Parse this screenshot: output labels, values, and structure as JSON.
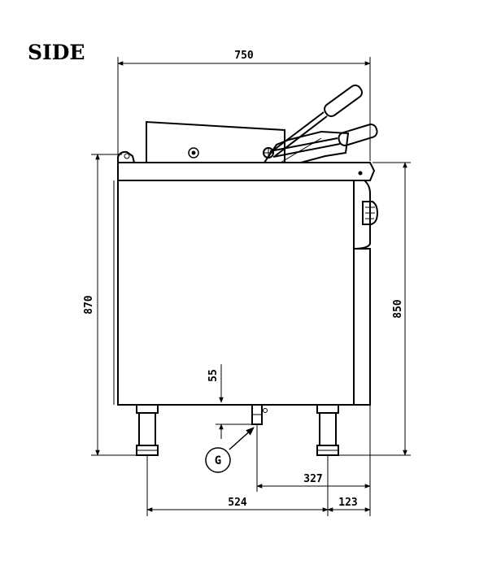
{
  "view_label": "SIDE",
  "dimensions": {
    "total_width": "750",
    "total_height": "870",
    "worktop_height": "850",
    "drain_height": "55",
    "drain_offset": "327",
    "foot_spacing": "524",
    "foot_offset": "123"
  },
  "callout": {
    "label": "G"
  }
}
